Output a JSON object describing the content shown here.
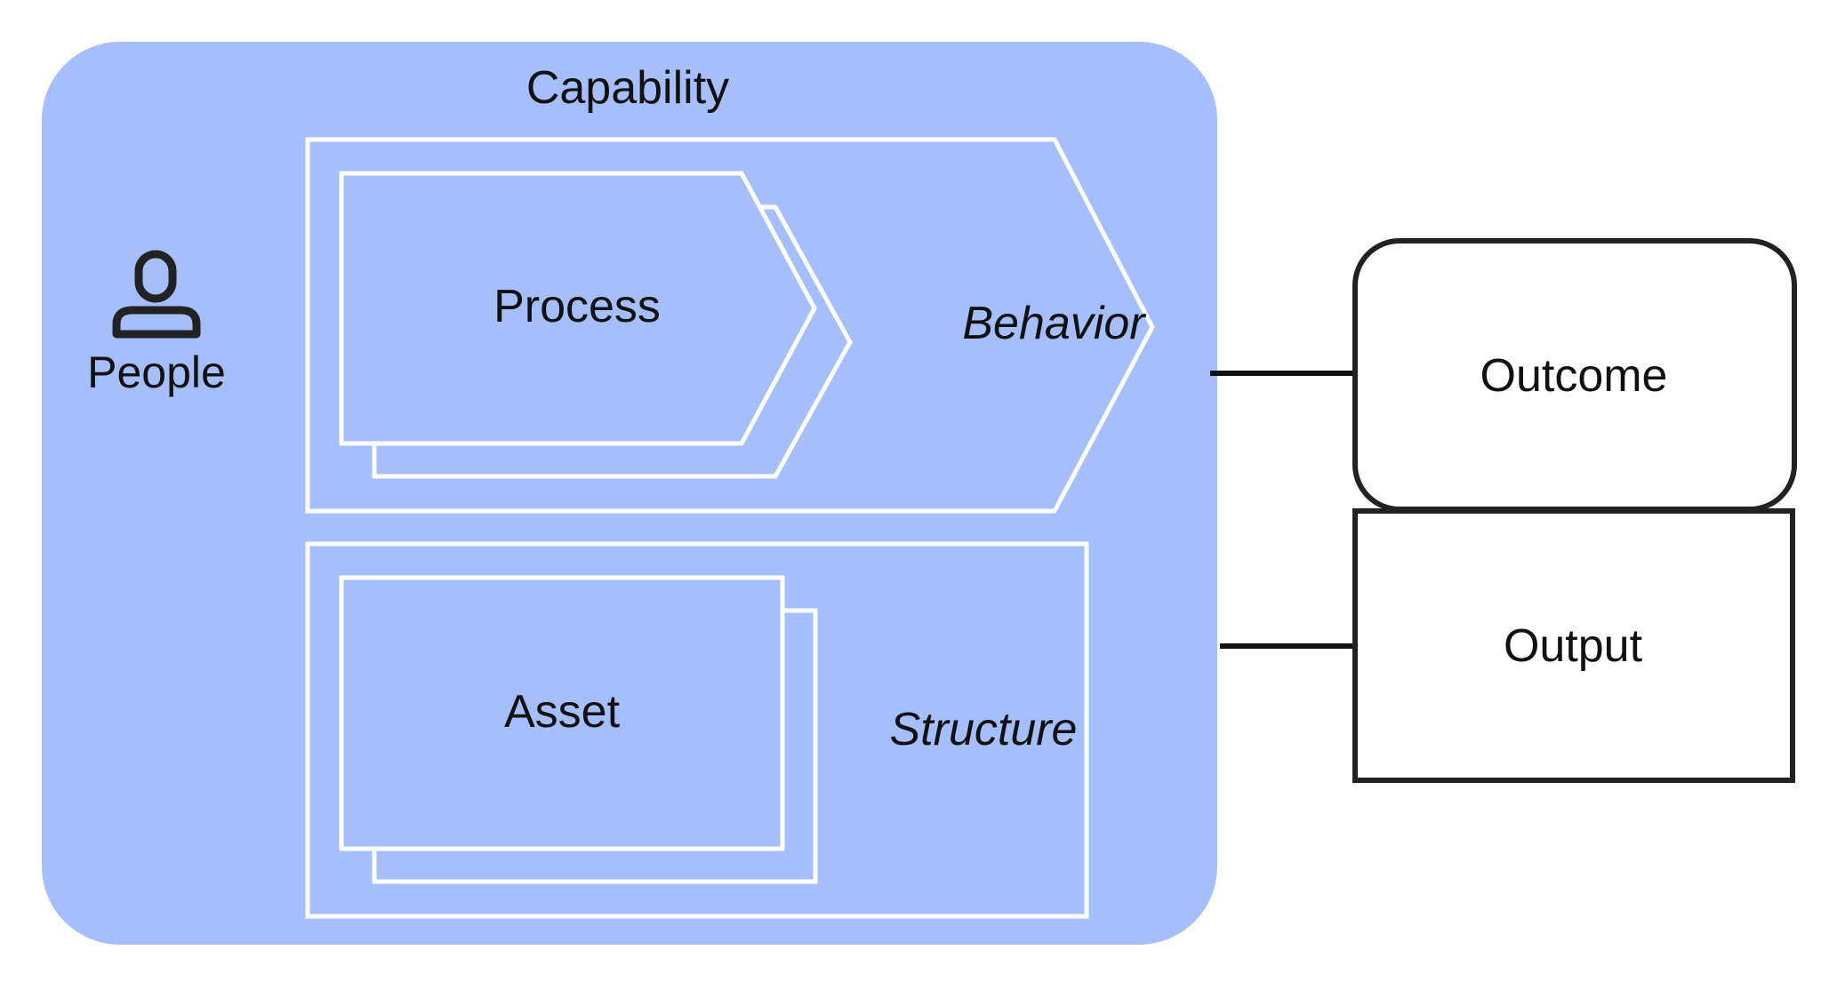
{
  "capability": {
    "title": "Capability",
    "fill_color": "#a5bffd"
  },
  "people": {
    "label": "People",
    "icon": "person-icon"
  },
  "behavior": {
    "label": "Behavior",
    "process": {
      "label": "Process"
    }
  },
  "structure": {
    "label": "Structure",
    "asset": {
      "label": "Asset"
    }
  },
  "outcome": {
    "label": "Outcome"
  },
  "output": {
    "label": "Output"
  },
  "colors": {
    "border_white": "#ffffff",
    "stroke_dark": "#222222",
    "text": "#111111"
  }
}
